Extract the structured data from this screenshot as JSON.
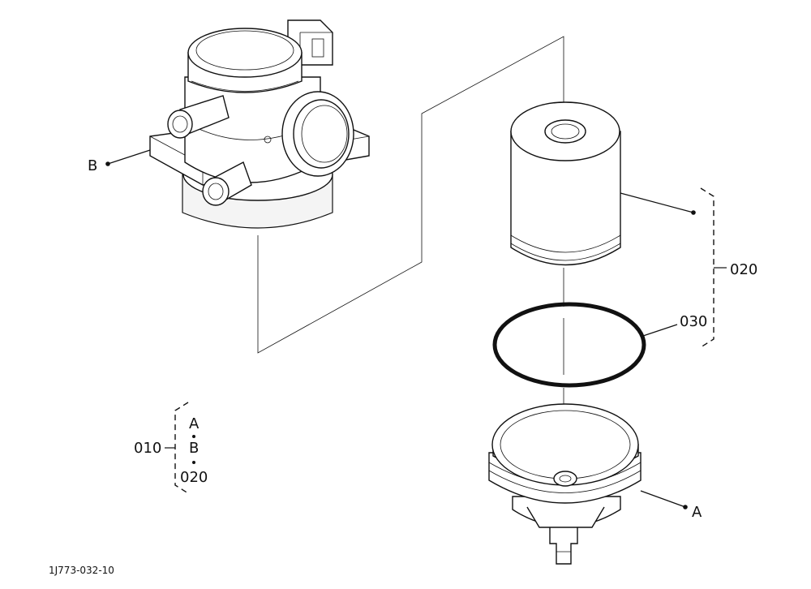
{
  "labels": {
    "b_head": "B",
    "a_bowl": "A",
    "part_020": "020",
    "part_030": "030",
    "part_010": "010",
    "legend_a": "A",
    "legend_b": "B",
    "legend_020": "020",
    "drawing_number": "1J773-032-10"
  }
}
